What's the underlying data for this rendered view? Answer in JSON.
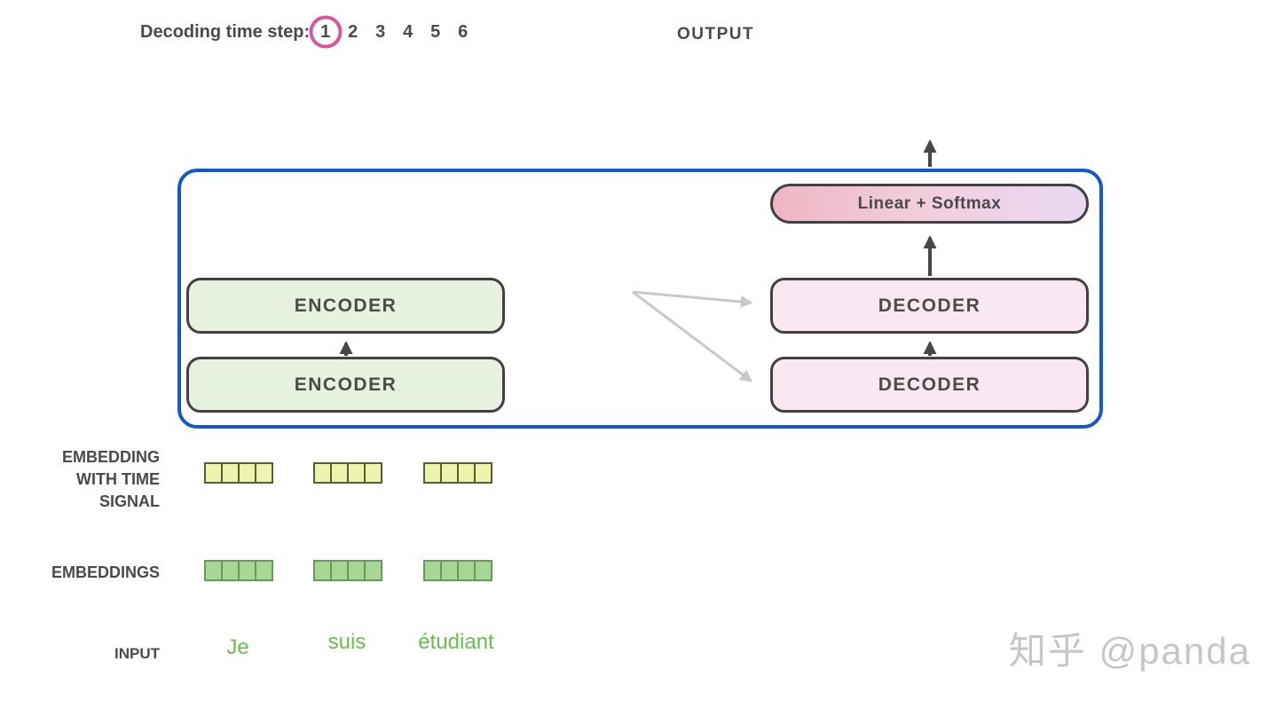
{
  "header": {
    "decoding_label": "Decoding time step:",
    "steps": [
      "1",
      "2",
      "3",
      "4",
      "5",
      "6"
    ],
    "active_step_index": 0,
    "output_label": "OUTPUT"
  },
  "diagram": {
    "encoders": [
      "ENCODER",
      "ENCODER"
    ],
    "decoders": [
      "DECODER",
      "DECODER"
    ],
    "linear_softmax_label": "Linear + Softmax"
  },
  "left_labels": {
    "embedding_time_lines": [
      "EMBEDDING",
      "WITH TIME",
      "SIGNAL"
    ],
    "embeddings": "EMBEDDINGS",
    "input": "INPUT"
  },
  "input": {
    "words": [
      "Je",
      "suis",
      "étudiant"
    ]
  },
  "vectors": {
    "rows": [
      {
        "name": "embedding-with-time-signal",
        "groups": 3,
        "cells_per_group": 4,
        "fill": "#eef4ab"
      },
      {
        "name": "embeddings",
        "groups": 3,
        "cells_per_group": 4,
        "fill": "#a6d794"
      }
    ]
  },
  "watermark": "知乎 @panda",
  "colors": {
    "blue": "#1558cb",
    "box-border": "#404045",
    "enc-fill": "#e7f1df",
    "dec-fill": "#f9e8f2",
    "lin-left": "#efb6c3",
    "lin-right": "#e9d9f1",
    "arrow-dark": "#47474b",
    "arrow-gray": "#c9c9c9",
    "text": "#4a4a4a",
    "circle-pink": "#d6559e",
    "cell-y-fill": "#eef4ab",
    "cell-y-border": "#5c5c33",
    "cell-g-fill": "#a6d794",
    "cell-g-border": "#659a58",
    "green-word": "#68bd4d",
    "watermark": "#c6c6c6"
  }
}
